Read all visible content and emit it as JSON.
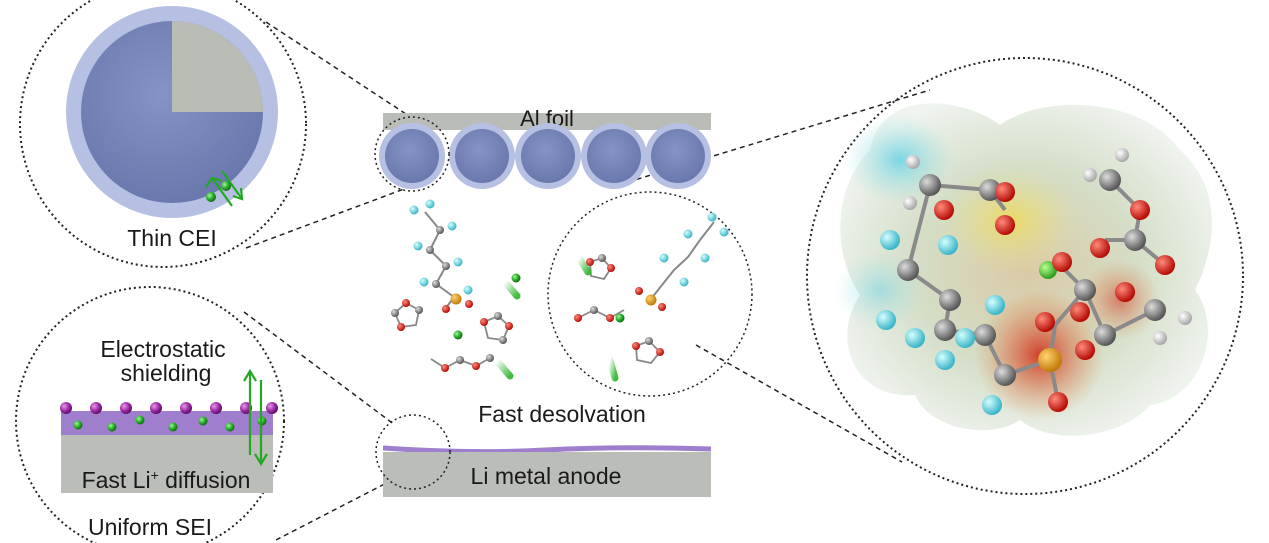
{
  "labels": {
    "al_foil": "Al foil",
    "thin_cei": "Thin CEI",
    "electrostatic_line1": "Electrostatic",
    "electrostatic_line2": "shielding",
    "fast_li_prefix": "Fast Li",
    "fast_li_sup": "+",
    "fast_li_suffix": " diffusion",
    "uniform_sei": "Uniform SEI",
    "fast_desolvation": "Fast desolvation",
    "li_anode": "Li metal anode"
  },
  "colors": {
    "foil": "#b9bcb7",
    "cathode_particle": "#7886b9",
    "cei_shell": "#b6c0e3",
    "li_ion": "#2bb52b",
    "anion": "#a02aa8",
    "sei_layer": "#9f7fcd",
    "anode": "#babdb8"
  },
  "icons": [
    "double-arrow-icon",
    "solvation-molecule-icon",
    "esp-surface-icon"
  ]
}
